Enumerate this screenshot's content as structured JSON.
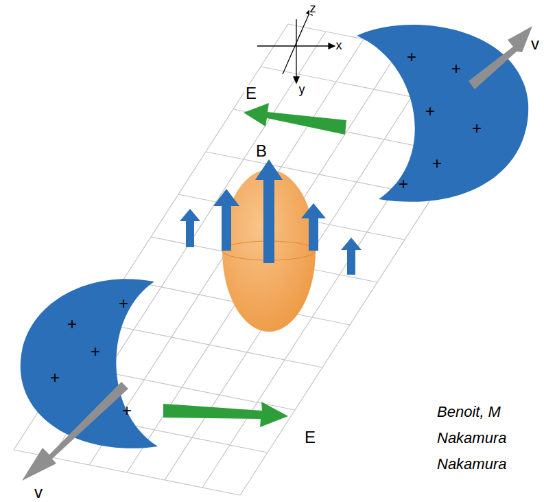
{
  "diagram": {
    "labels": [
      "z",
      "x",
      "y",
      "v",
      "E",
      "B",
      "E",
      "v",
      "+",
      "+",
      "+",
      "+",
      "+",
      "+",
      "+",
      "+",
      "+",
      "+",
      "+",
      "Benoit, M",
      "Nakamura",
      "Nakamura"
    ]
  }
}
